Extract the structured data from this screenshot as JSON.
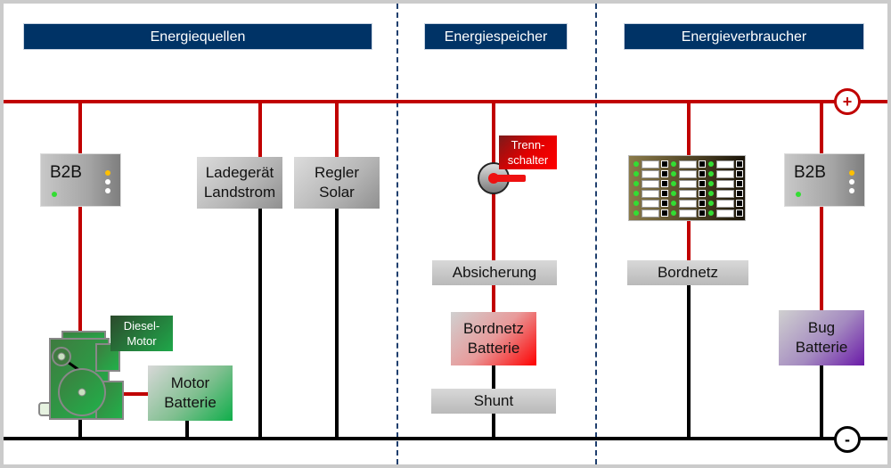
{
  "headers": {
    "sources": "Energiequellen",
    "storage": "Energiespeicher",
    "consumers": "Energieverbraucher"
  },
  "terminals": {
    "positive": "+",
    "negative": "-"
  },
  "components": {
    "b2b_left": {
      "label": "B2B",
      "leds": [
        "green",
        "amber",
        "white",
        "white"
      ]
    },
    "charger_line1": "Ladegerät",
    "charger_line2": "Landstrom",
    "solar_line1": "Regler",
    "solar_line2": "Solar",
    "diesel_line1": "Diesel-",
    "diesel_line2": "Motor",
    "motor_battery_line1": "Motor",
    "motor_battery_line2": "Batterie",
    "switch_line1": "Trenn-",
    "switch_line2": "schalter",
    "fuse": "Absicherung",
    "house_battery_line1": "Bordnetz",
    "house_battery_line2": "Batterie",
    "shunt": "Shunt",
    "distribution": "Bordnetz",
    "b2b_right": {
      "label": "B2B",
      "leds": [
        "green",
        "amber",
        "white",
        "white"
      ]
    },
    "bow_battery_line1": "Bug",
    "bow_battery_line2": "Batterie"
  },
  "colors": {
    "header_bg": "#003366",
    "positive_bus": "#c00000",
    "negative_bus": "#000000",
    "led_green": "#33dd33",
    "led_amber": "#ffc000"
  }
}
